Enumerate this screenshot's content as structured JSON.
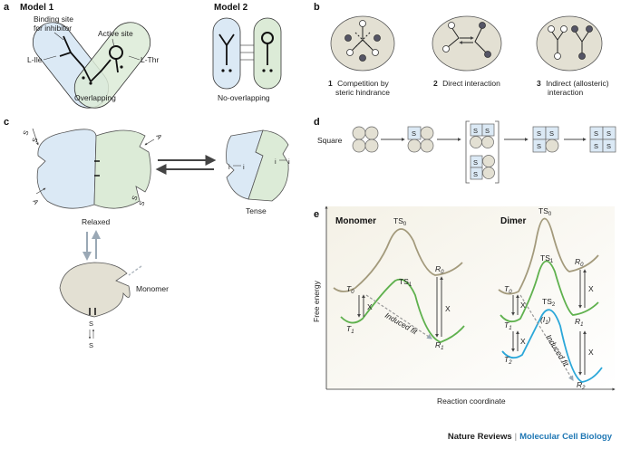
{
  "panels": {
    "a": {
      "letter": "a",
      "model1": {
        "title": "Model 1",
        "label_binding_site_line1": "Binding site",
        "label_binding_site_line2": "for inhibitor",
        "label_active_site": "Active site",
        "label_ile": "L-Ile",
        "label_thr": "L-Thr",
        "caption": "Overlapping"
      },
      "model2": {
        "title": "Model 2",
        "caption": "No-overlapping"
      }
    },
    "b": {
      "letter": "b",
      "items": [
        {
          "number": "1",
          "line1": "Competition by",
          "line2": "steric hindrance"
        },
        {
          "number": "2",
          "line1": "Direct interaction",
          "line2": ""
        },
        {
          "number": "3",
          "line1": "Indirect (allosteric)",
          "line2": "interaction"
        }
      ]
    },
    "c": {
      "letter": "c",
      "label_relaxed": "Relaxed",
      "label_tense": "Tense",
      "label_monomer": "Monomer",
      "s_letter": "S",
      "a_letter": "A",
      "i_letter": "i"
    },
    "d": {
      "letter": "d",
      "label_square": "Square",
      "s_letter": "S"
    },
    "e": {
      "letter": "e",
      "monomer": {
        "title": "Monomer",
        "ts0_base": "TS",
        "ts0_sub": "0",
        "ts1_base": "TS",
        "ts1_sub": "1",
        "t0_base": "T",
        "t0_sub": "0",
        "t1_base": "T",
        "t1_sub": "1",
        "r0_base": "R",
        "r0_sub": "0",
        "r1_base": "R",
        "r1_sub": "1",
        "x_left": "X",
        "x_right": "X",
        "induced_fit": "Induced fit"
      },
      "dimer": {
        "title": "Dimer",
        "ts0_base": "TS",
        "ts0_sub": "0",
        "ts1_base": "TS",
        "ts1_sub": "1",
        "ts2_base": "TS",
        "ts2_sub": "2",
        "t0_base": "T",
        "t0_sub": "0",
        "t1_base": "T",
        "t1_sub": "1",
        "t2_base": "T",
        "t2_sub": "2",
        "r0_base": "R",
        "r0_sub": "0",
        "r1_base": "R",
        "r1_sub": "1",
        "r2_base": "R",
        "r2_sub": "2",
        "x_label": "X",
        "i1_base": "(I",
        "i1_sub": "1",
        "i1_close": ")",
        "induced_fit": "Induced fit"
      },
      "y_axis_label": "Free energy",
      "x_axis_label": "Reaction coordinate"
    }
  },
  "footer": {
    "journal": "Nature Reviews",
    "separator": "|",
    "subject": "Molecular Cell Biology"
  },
  "colors": {
    "blue_fill": "#dbe9f5",
    "green_fill": "#dcebd7",
    "oval_fill": "#e3e0d3",
    "curve_brown": "#a39a7c",
    "curve_green": "#5fb14e",
    "curve_cyan": "#2ba7d9",
    "arrow_gray": "#444444",
    "subject_blue": "#1f77b4"
  }
}
